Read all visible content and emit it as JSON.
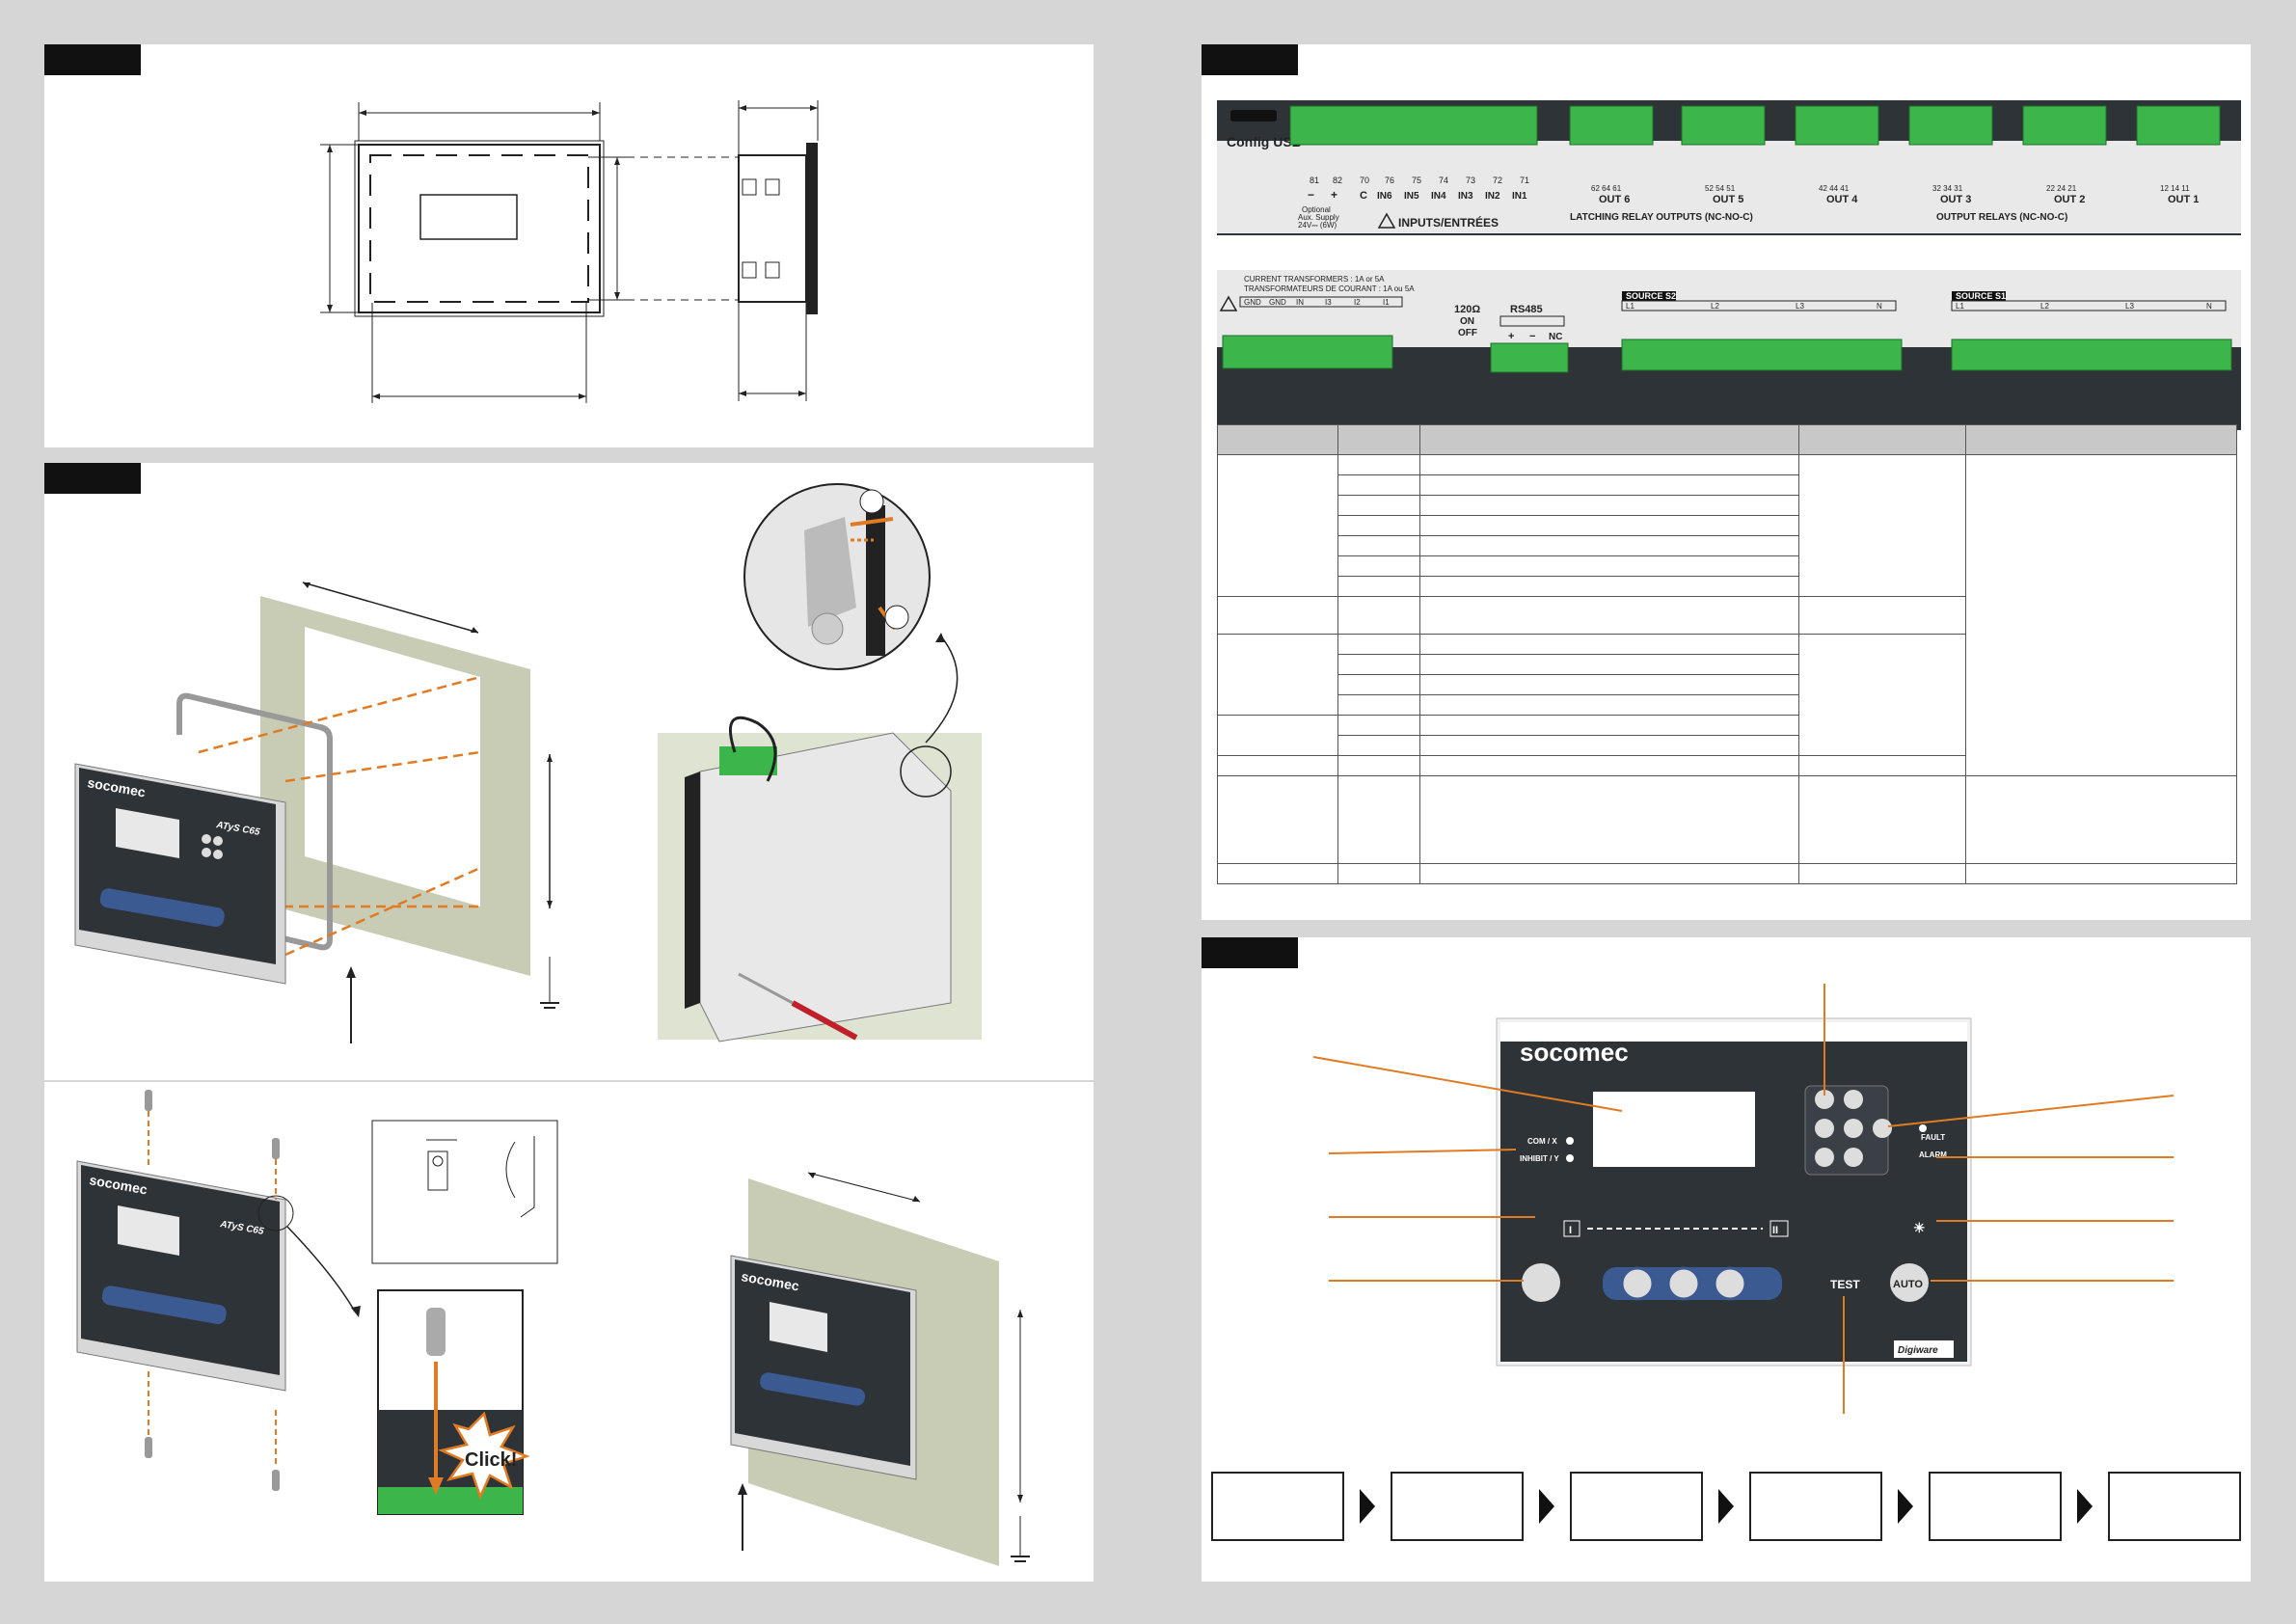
{
  "page": {
    "background": "#d6d6d6",
    "panel": "#ffffff",
    "accent": "#e07b24",
    "green": "#3cb64a",
    "device": "#2e3338"
  },
  "panel4": {
    "usb": "Config\nUSB",
    "terminals_left": [
      "81",
      "82",
      "70",
      "76",
      "75",
      "74",
      "73",
      "72",
      "71"
    ],
    "signs": [
      "−",
      "+",
      "C"
    ],
    "inputs": [
      "IN6",
      "IN5",
      "IN4",
      "IN3",
      "IN2",
      "IN1"
    ],
    "optional": "Optional",
    "aux_supply": "Aux. Supply",
    "supply_value": "24V⎓ (6W)",
    "inputs_label": "INPUTS/ENTRÉES",
    "latching_label": "LATCHING RELAY OUTPUTS (NC-NO-C)",
    "output_label": "OUTPUT RELAYS (NC-NO-C)",
    "outputs": [
      {
        "name": "OUT 6",
        "pins": "62  64  61"
      },
      {
        "name": "OUT 5",
        "pins": "52  54  51"
      },
      {
        "name": "OUT 4",
        "pins": "42  44  41"
      },
      {
        "name": "OUT 3",
        "pins": "32  34  31"
      },
      {
        "name": "OUT 2",
        "pins": "22  24  21"
      },
      {
        "name": "OUT 1",
        "pins": "12  14  11"
      }
    ],
    "ct_line1": "CURRENT TRANSFORMERS : 1A or 5A",
    "ct_line2": "TRANSFORMATEURS DE COURANT : 1A ou 5A",
    "ct_terminals": [
      "GND",
      "GND",
      "IN",
      "I3",
      "I2",
      "I1"
    ],
    "term_120": "120Ω",
    "on": "ON",
    "off": "OFF",
    "rs485": "RS485",
    "rs485_pins": [
      "+",
      "−",
      "NC"
    ],
    "source_s2": "SOURCE S2",
    "source_s1": "SOURCE S1",
    "phases": [
      "L1",
      "L2",
      "L3",
      "N"
    ]
  },
  "panel6": {
    "brand": "socomec",
    "com_label": "COM / X",
    "inhibit_label": "INHIBIT / Y",
    "fault_label": "FAULT",
    "alarm_label": "ALARM",
    "test_label": "TEST",
    "auto_label": "AUTO",
    "digiware_label": "Digiware",
    "position_i": "I",
    "position_ii": "II"
  },
  "panel2": {
    "brand": "socomec",
    "model": "ATyS C65"
  },
  "panel3": {
    "click_label": "Click!",
    "model": "ATyS C65"
  }
}
